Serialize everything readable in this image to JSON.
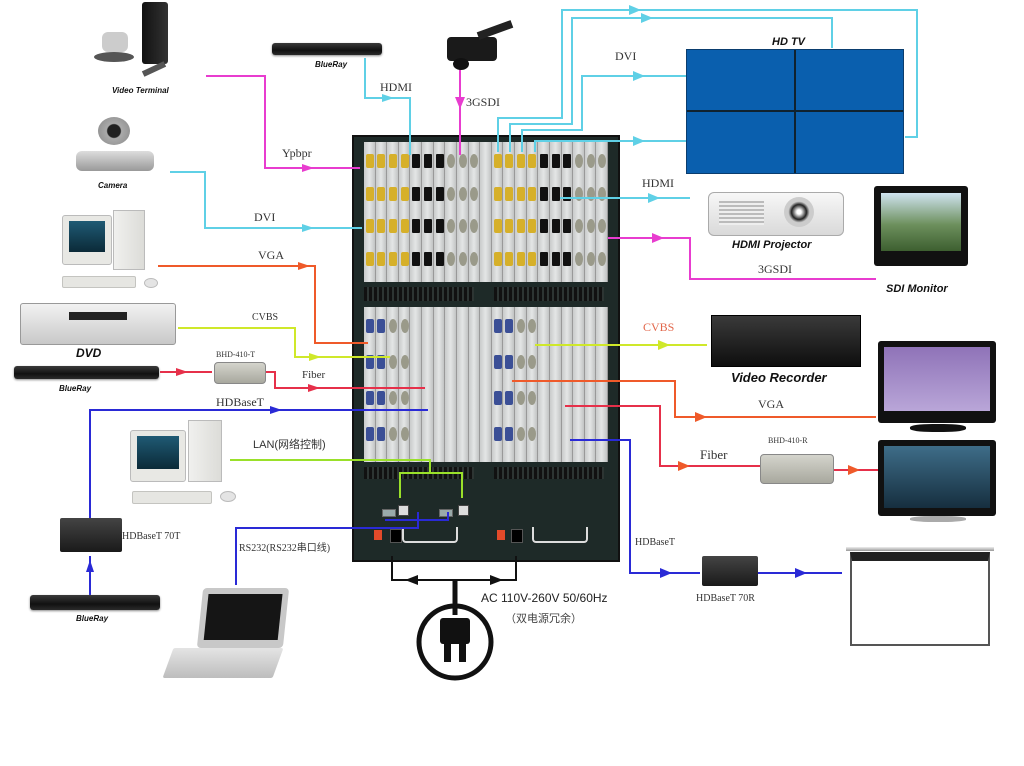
{
  "diagram": {
    "title": "Hybrid Matrix Switcher Connection Diagram",
    "colors": {
      "ypbpr": "#e83ccf",
      "hdmi_dvi": "#5fd0e6",
      "sdi": "#e83ccf",
      "vga": "#ef5a2a",
      "cvbs": "#cfe82a",
      "fiber": "#e6304a",
      "hdbaset": "#2a2ad6",
      "lan": "#9ae02a",
      "power": "#111111",
      "tv_wall": "#0a5fae"
    },
    "input_devices": [
      {
        "id": "video-terminal",
        "label": "Video Terminal",
        "signal": "Ypbpr"
      },
      {
        "id": "blueray-top",
        "label": "BlueRay",
        "signal": "HDMI"
      },
      {
        "id": "camcorder",
        "label": "",
        "signal": "3GSDI"
      },
      {
        "id": "camera",
        "label": "Camera",
        "signal": "DVI"
      },
      {
        "id": "pc-vga",
        "label": "",
        "signal": "VGA"
      },
      {
        "id": "dvd",
        "label": "DVD",
        "signal": "CVBS"
      },
      {
        "id": "blueray-fiber",
        "label": "BlueRay",
        "signal": "Fiber"
      },
      {
        "id": "blueray-hdbaset",
        "label": "BlueRay",
        "signal": "HDBaseT"
      },
      {
        "id": "pc-lan",
        "label": "",
        "signal": "LAN(网络控制)"
      },
      {
        "id": "laptop",
        "label": "",
        "signal": "RS232(RS232串口线)"
      }
    ],
    "output_devices": [
      {
        "id": "hd-tv",
        "label": "HD TV",
        "signal": "DVI"
      },
      {
        "id": "hdmi-projector",
        "label": "HDMI Projector",
        "signal": "HDMI"
      },
      {
        "id": "sdi-monitor",
        "label": "SDI Monitor",
        "signal": "3GSDI"
      },
      {
        "id": "video-recorder",
        "label": "Video Recorder",
        "signal": "CVBS"
      },
      {
        "id": "vga-monitor",
        "label": "",
        "signal": "VGA"
      },
      {
        "id": "fiber-monitor",
        "label": "",
        "signal": "Fiber"
      },
      {
        "id": "projection-screen",
        "label": "",
        "signal": "HDBaseT"
      }
    ],
    "signal_labels": {
      "ypbpr": "Ypbpr",
      "hdmi_in": "HDMI",
      "sdi_in": "3GSDI",
      "dvi_in": "DVI",
      "vga_in": "VGA",
      "cvbs_in": "CVBS",
      "fiber_in": "Fiber",
      "hdbaset_in": "HDBaseT",
      "lan": "LAN(网络控制)",
      "rs232": "RS232(RS232串口线)",
      "dvi_out": "DVI",
      "hdmi_out": "HDMI",
      "sdi_out": "3GSDI",
      "cvbs_out": "CVBS",
      "vga_out": "VGA",
      "fiber_out": "Fiber",
      "hdbaset_out": "HDBaseT"
    },
    "converters": {
      "fiber_tx": "BHD-410-T",
      "fiber_rx": "BHD-410-R",
      "hdbaset_tx": "HDBaseT 70T",
      "hdbaset_rx": "HDBaseT 70R"
    },
    "power": {
      "spec": "AC 110V-260V 50/60Hz",
      "note": "（双电源冗余）"
    }
  }
}
